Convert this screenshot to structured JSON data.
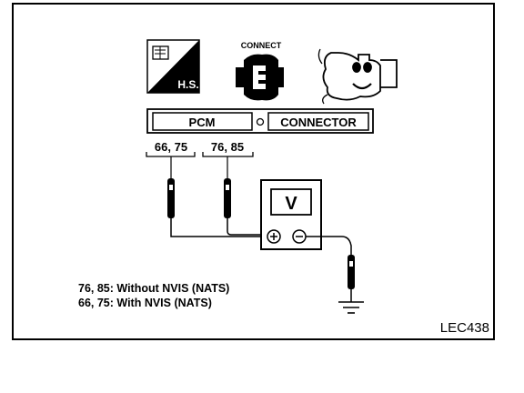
{
  "icons": {
    "hs_label": "H.S.",
    "connect_label": "CONNECT"
  },
  "connector": {
    "pcm_label": "PCM",
    "connector_label": "CONNECTOR"
  },
  "terminals": {
    "left": "66, 75",
    "right": "76, 85"
  },
  "meter": {
    "unit": "V",
    "plus": "⊕",
    "minus": "⊖"
  },
  "notes": {
    "line1": "76, 85: Without NVIS (NATS)",
    "line2": "66, 75: With NVIS (NATS)"
  },
  "figure_code": "LEC438",
  "colors": {
    "ink": "#000000",
    "paper": "#ffffff"
  }
}
